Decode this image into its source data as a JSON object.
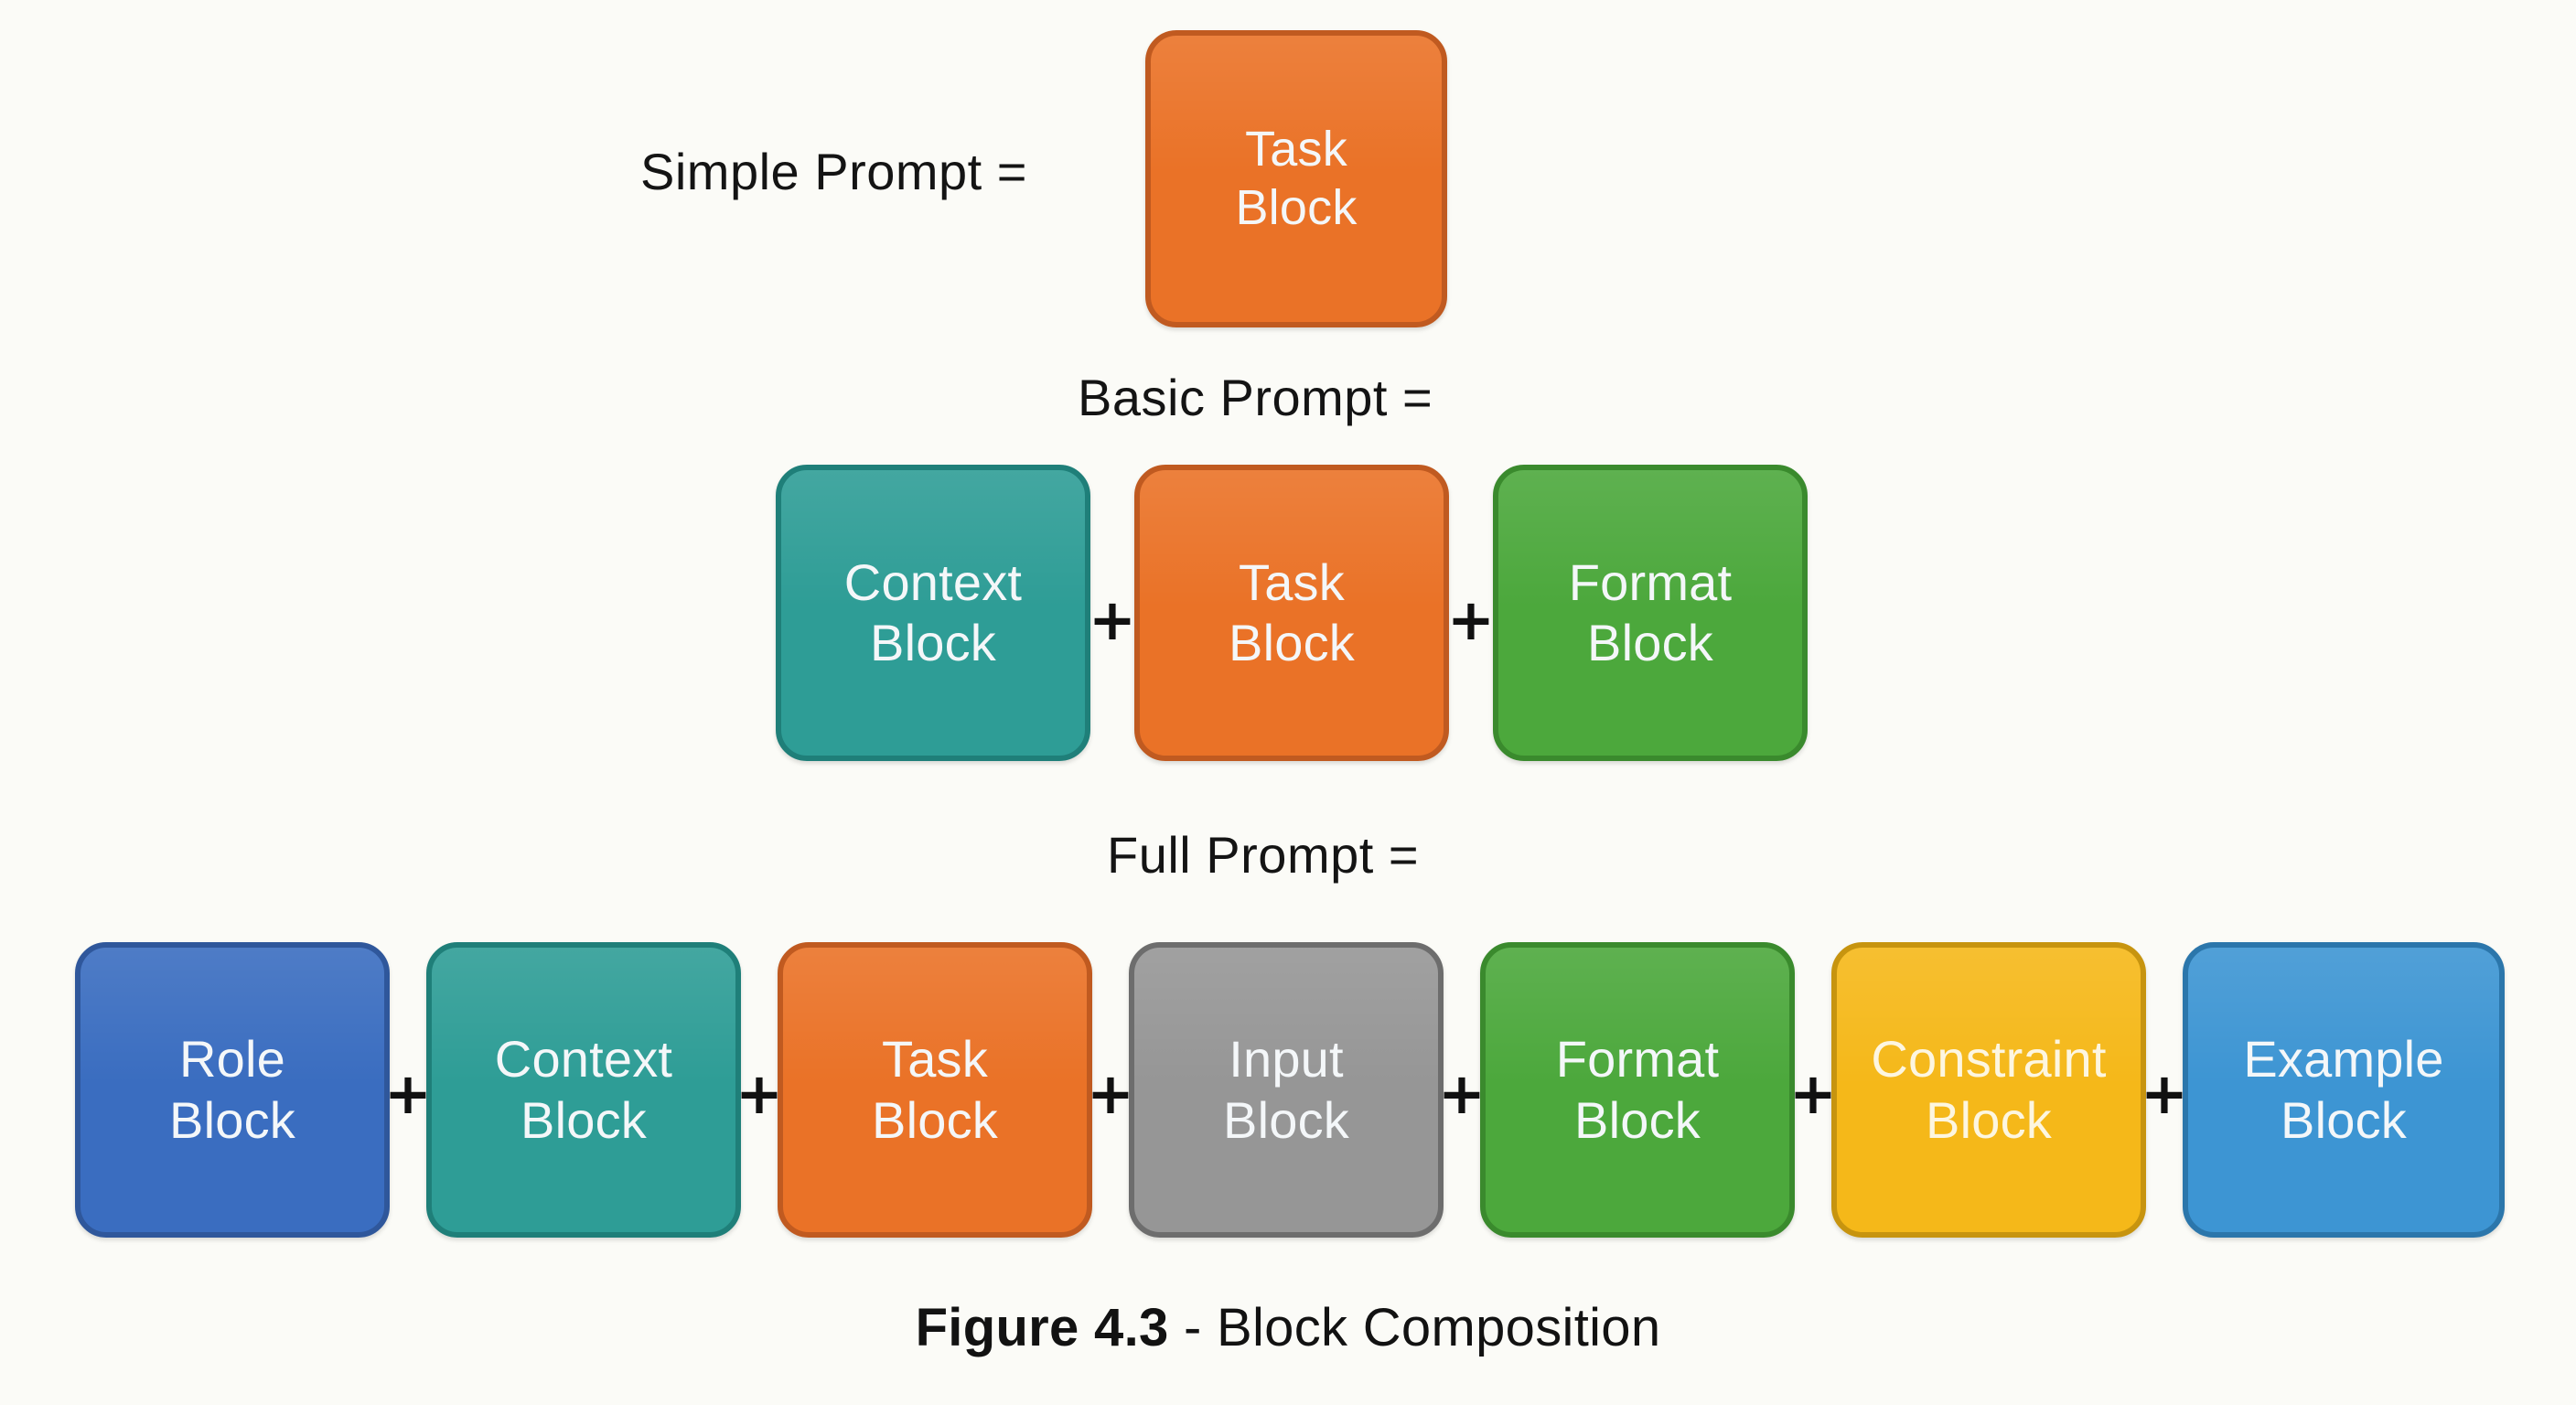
{
  "figure": {
    "caption_bold": "Figure 4.3",
    "caption_rest": " - Block Composition"
  },
  "background_color": "#fbfbf7",
  "palette": {
    "orange_fill": "#ea7227",
    "orange_border": "#c05a20",
    "teal_fill": "#2e9d96",
    "teal_border": "#1f7f79",
    "green_fill": "#4ca83c",
    "green_border": "#3a8a2d",
    "blue_role_fill": "#3a6dc0",
    "blue_role_border": "#2f579b",
    "gray_fill": "#969696",
    "gray_border": "#6d6d6d",
    "yellow_fill": "#f5b819",
    "yellow_border": "#c7940f",
    "blue_example_fill": "#3d95d3",
    "blue_example_border": "#2b76ab",
    "text_on_block": "#f4f7f9",
    "text_on_constraint": "#fdf6e0",
    "label_text": "#141414",
    "plus_text": "#111111"
  },
  "rows": [
    {
      "id": "simple",
      "label": "Simple Prompt =",
      "blocks": [
        {
          "line1": "Task",
          "line2": "Block",
          "color": "orange"
        }
      ]
    },
    {
      "id": "basic",
      "label": "Basic Prompt =",
      "separator": "+",
      "blocks": [
        {
          "line1": "Context",
          "line2": "Block",
          "color": "teal"
        },
        {
          "line1": "Task",
          "line2": "Block",
          "color": "orange"
        },
        {
          "line1": "Format",
          "line2": "Block",
          "color": "green"
        }
      ]
    },
    {
      "id": "full",
      "label": "Full Prompt =",
      "separator": "+",
      "blocks": [
        {
          "line1": "Role",
          "line2": "Block",
          "color": "blue_role"
        },
        {
          "line1": "Context",
          "line2": "Block",
          "color": "teal"
        },
        {
          "line1": "Task",
          "line2": "Block",
          "color": "orange"
        },
        {
          "line1": "Input",
          "line2": "Block",
          "color": "gray"
        },
        {
          "line1": "Format",
          "line2": "Block",
          "color": "green"
        },
        {
          "line1": "Constraint",
          "line2": "Block",
          "color": "yellow"
        },
        {
          "line1": "Example",
          "line2": "Block",
          "color": "blue_example"
        }
      ]
    }
  ]
}
